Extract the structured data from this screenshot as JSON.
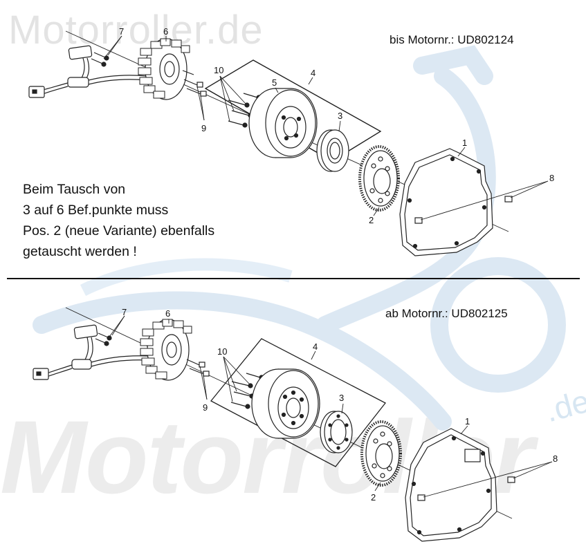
{
  "watermark": {
    "top_text": "Motorroller.de",
    "bottom_text": "Motorroller",
    "bottom_suffix": ".de"
  },
  "top_panel": {
    "motornr_label": "bis Motornr.: UD802124",
    "note_lines": [
      "Beim Tausch von",
      "3 auf 6 Bef.punkte muss",
      "Pos. 2 (neue Variante) ebenfalls",
      "getauscht werden !"
    ],
    "callouts": [
      "7",
      "6",
      "10",
      "5",
      "4",
      "3",
      "9",
      "1",
      "8",
      "2"
    ]
  },
  "bottom_panel": {
    "motornr_label": "ab Motornr.: UD802125",
    "callouts": [
      "7",
      "6",
      "10",
      "4",
      "3",
      "9",
      "1",
      "8",
      "2"
    ]
  },
  "colors": {
    "line": "#222222",
    "watermark_gray": "#e3e3e3",
    "watermark_blue": "#dce8f3"
  }
}
